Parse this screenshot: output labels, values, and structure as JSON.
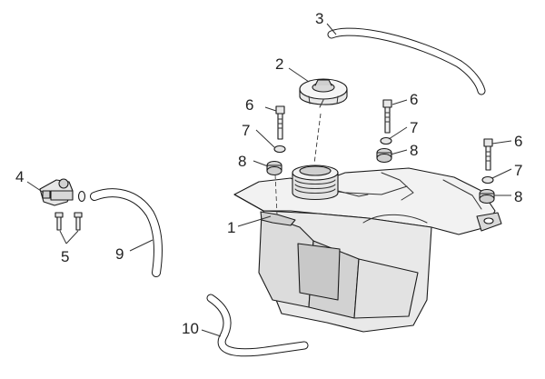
{
  "diagram": {
    "labels": [
      {
        "id": "callout-1",
        "text": "1"
      },
      {
        "id": "callout-2",
        "text": "2"
      },
      {
        "id": "callout-3",
        "text": "3"
      },
      {
        "id": "callout-4",
        "text": "4"
      },
      {
        "id": "callout-5",
        "text": "5"
      },
      {
        "id": "callout-6a",
        "text": "6"
      },
      {
        "id": "callout-6b",
        "text": "6"
      },
      {
        "id": "callout-6c",
        "text": "6"
      },
      {
        "id": "callout-7a",
        "text": "7"
      },
      {
        "id": "callout-7b",
        "text": "7"
      },
      {
        "id": "callout-7c",
        "text": "7"
      },
      {
        "id": "callout-8a",
        "text": "8"
      },
      {
        "id": "callout-8b",
        "text": "8"
      },
      {
        "id": "callout-8c",
        "text": "8"
      },
      {
        "id": "callout-9",
        "text": "9"
      },
      {
        "id": "callout-10",
        "text": "10"
      }
    ]
  }
}
